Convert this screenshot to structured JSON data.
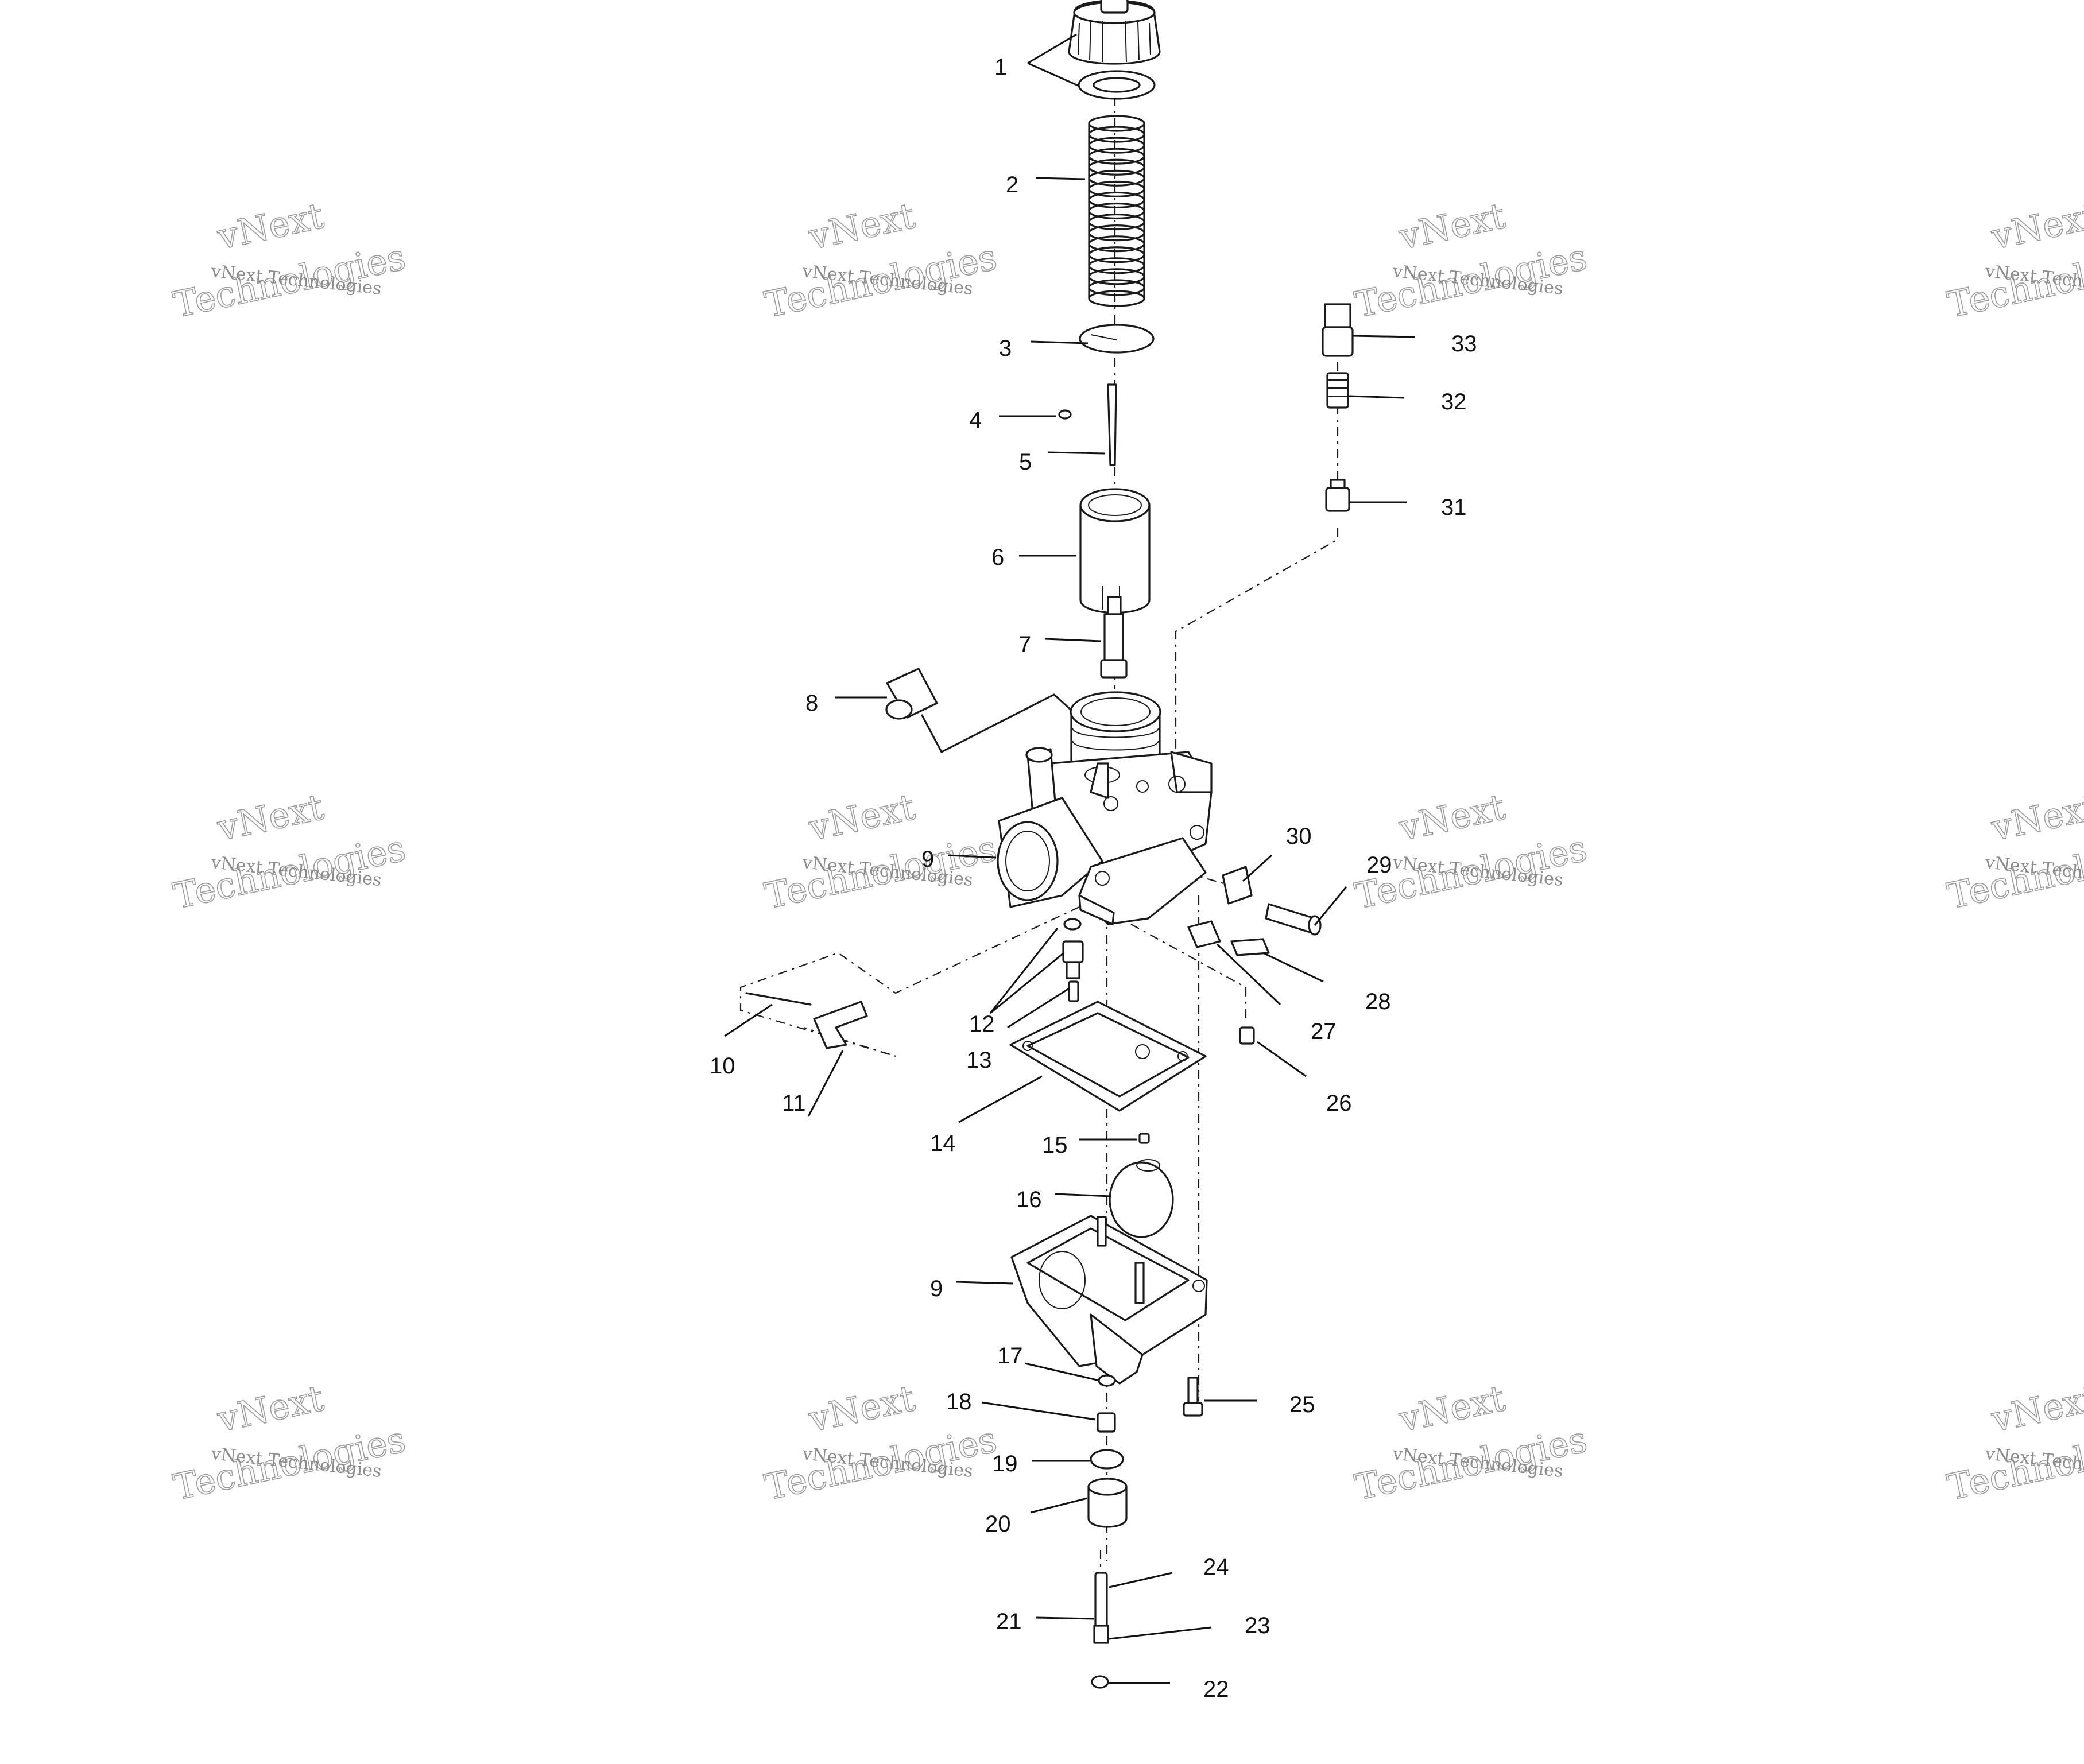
{
  "watermark": {
    "text_small": "vNext Technologies",
    "text_large_1": "vNext",
    "text_large_2": "Technologies"
  },
  "callouts": [
    "1",
    "2",
    "3",
    "4",
    "5",
    "6",
    "7",
    "8",
    "9",
    "9",
    "10",
    "11",
    "12",
    "13",
    "14",
    "15",
    "16",
    "17",
    "18",
    "19",
    "20",
    "21",
    "22",
    "23",
    "24",
    "25",
    "26",
    "27",
    "28",
    "29",
    "30",
    "31",
    "32",
    "33"
  ]
}
